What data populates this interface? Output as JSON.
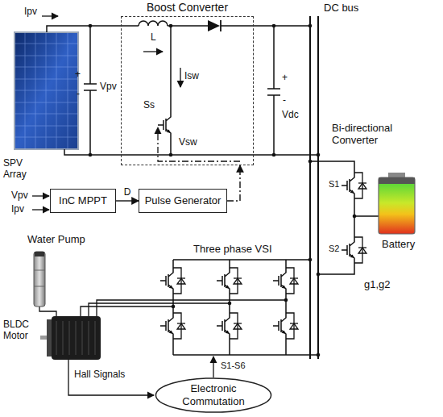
{
  "diagram": {
    "nodes": [
      {
        "text": [
          "Boost Converter"
        ]
      },
      {
        "text": [
          "InC MPPT"
        ]
      },
      {
        "text": [
          "Pulse Generator"
        ]
      },
      {
        "text": [
          "Electronic Commutation"
        ]
      }
    ],
    "edges": [
      {
        "from": 1,
        "to": 2,
        "label": "D",
        "arrow": "to"
      },
      {
        "from": 2,
        "to": 0,
        "arrow": "to"
      }
    ],
    "labels": [
      "Ipv",
      "DC bus",
      "L",
      "Isw",
      "+",
      "-",
      "Vpv",
      "Ss",
      "Vsw",
      "+",
      "-",
      "Vdc",
      "SPV Array",
      "Bi-directional Converter",
      "S1",
      "S2",
      "Vpv",
      "Ipv",
      "Water Pump",
      "Three phase VSI",
      "Battery",
      "g1,g2",
      "BLDC Motor",
      "Hall Signals",
      "S1-S6"
    ]
  }
}
